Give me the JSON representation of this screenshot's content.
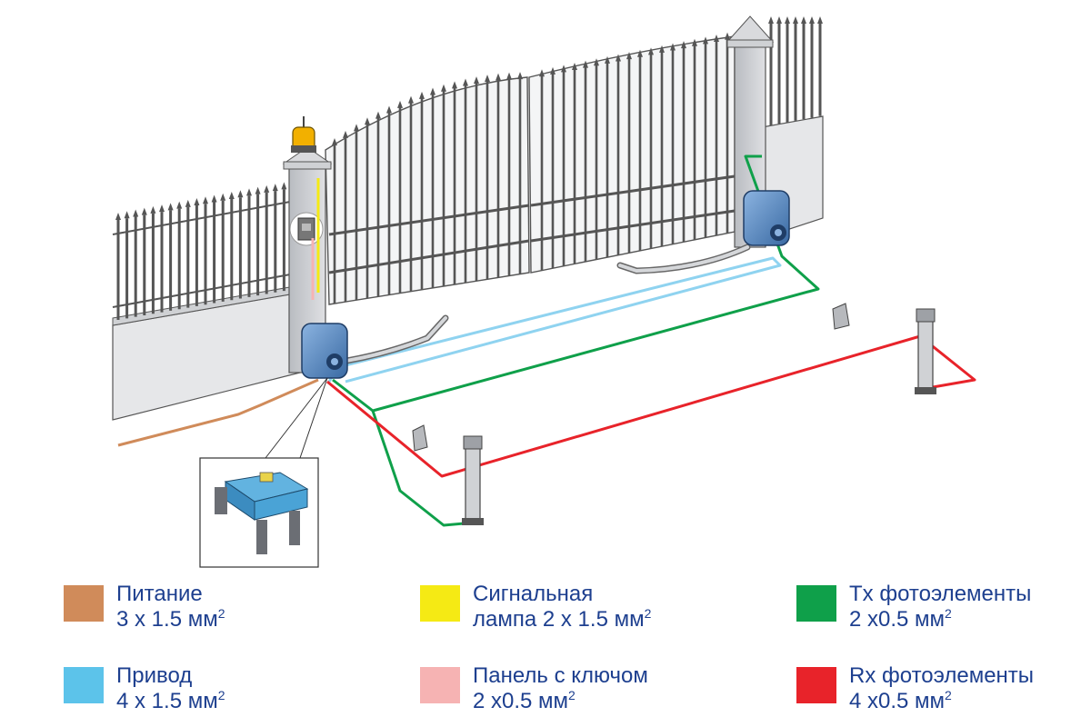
{
  "legend": [
    {
      "id": "power",
      "color": "#d08b5a",
      "line1": "Питание",
      "line2": "3 x 1.5 мм",
      "sup": "2"
    },
    {
      "id": "motor",
      "color": "#5cc3ea",
      "line1": "Привод",
      "line2": "4 x 1.5 мм",
      "sup": "2"
    },
    {
      "id": "lamp",
      "color": "#f5ea14",
      "line1": "Сигнальная",
      "line2": "лампа 2 x 1.5 мм",
      "sup": "2"
    },
    {
      "id": "keypad",
      "color": "#f6b3b3",
      "line1": "Панель с ключом",
      "line2": "2 x0.5 мм",
      "sup": "2"
    },
    {
      "id": "tx",
      "color": "#0fa04a",
      "line1": "Tx фотоэлементы",
      "line2": "2 x0.5 мм",
      "sup": "2"
    },
    {
      "id": "rx",
      "color": "#e8232a",
      "line1": "Rx фотоэлементы",
      "line2": "4 x0.5 мм",
      "sup": "2"
    }
  ],
  "wire_colors": {
    "power": "#d08b5a",
    "motor": "#8fd3f0",
    "lamp": "#f5ea14",
    "keypad": "#f6b3b3",
    "tx": "#0fa04a",
    "rx": "#e8232a"
  },
  "palette": {
    "fence": "#d4d6da",
    "fence_dark": "#5a5e66",
    "wall": "#e3e4e6",
    "pillar": "#c9cbcf",
    "motor_body": "#4d7fb8",
    "control_unit": "#4aa3d6"
  },
  "icons": [
    "warning-lamp-icon",
    "key-switch-icon",
    "motor-icon",
    "photocell-icon",
    "control-unit-icon"
  ]
}
